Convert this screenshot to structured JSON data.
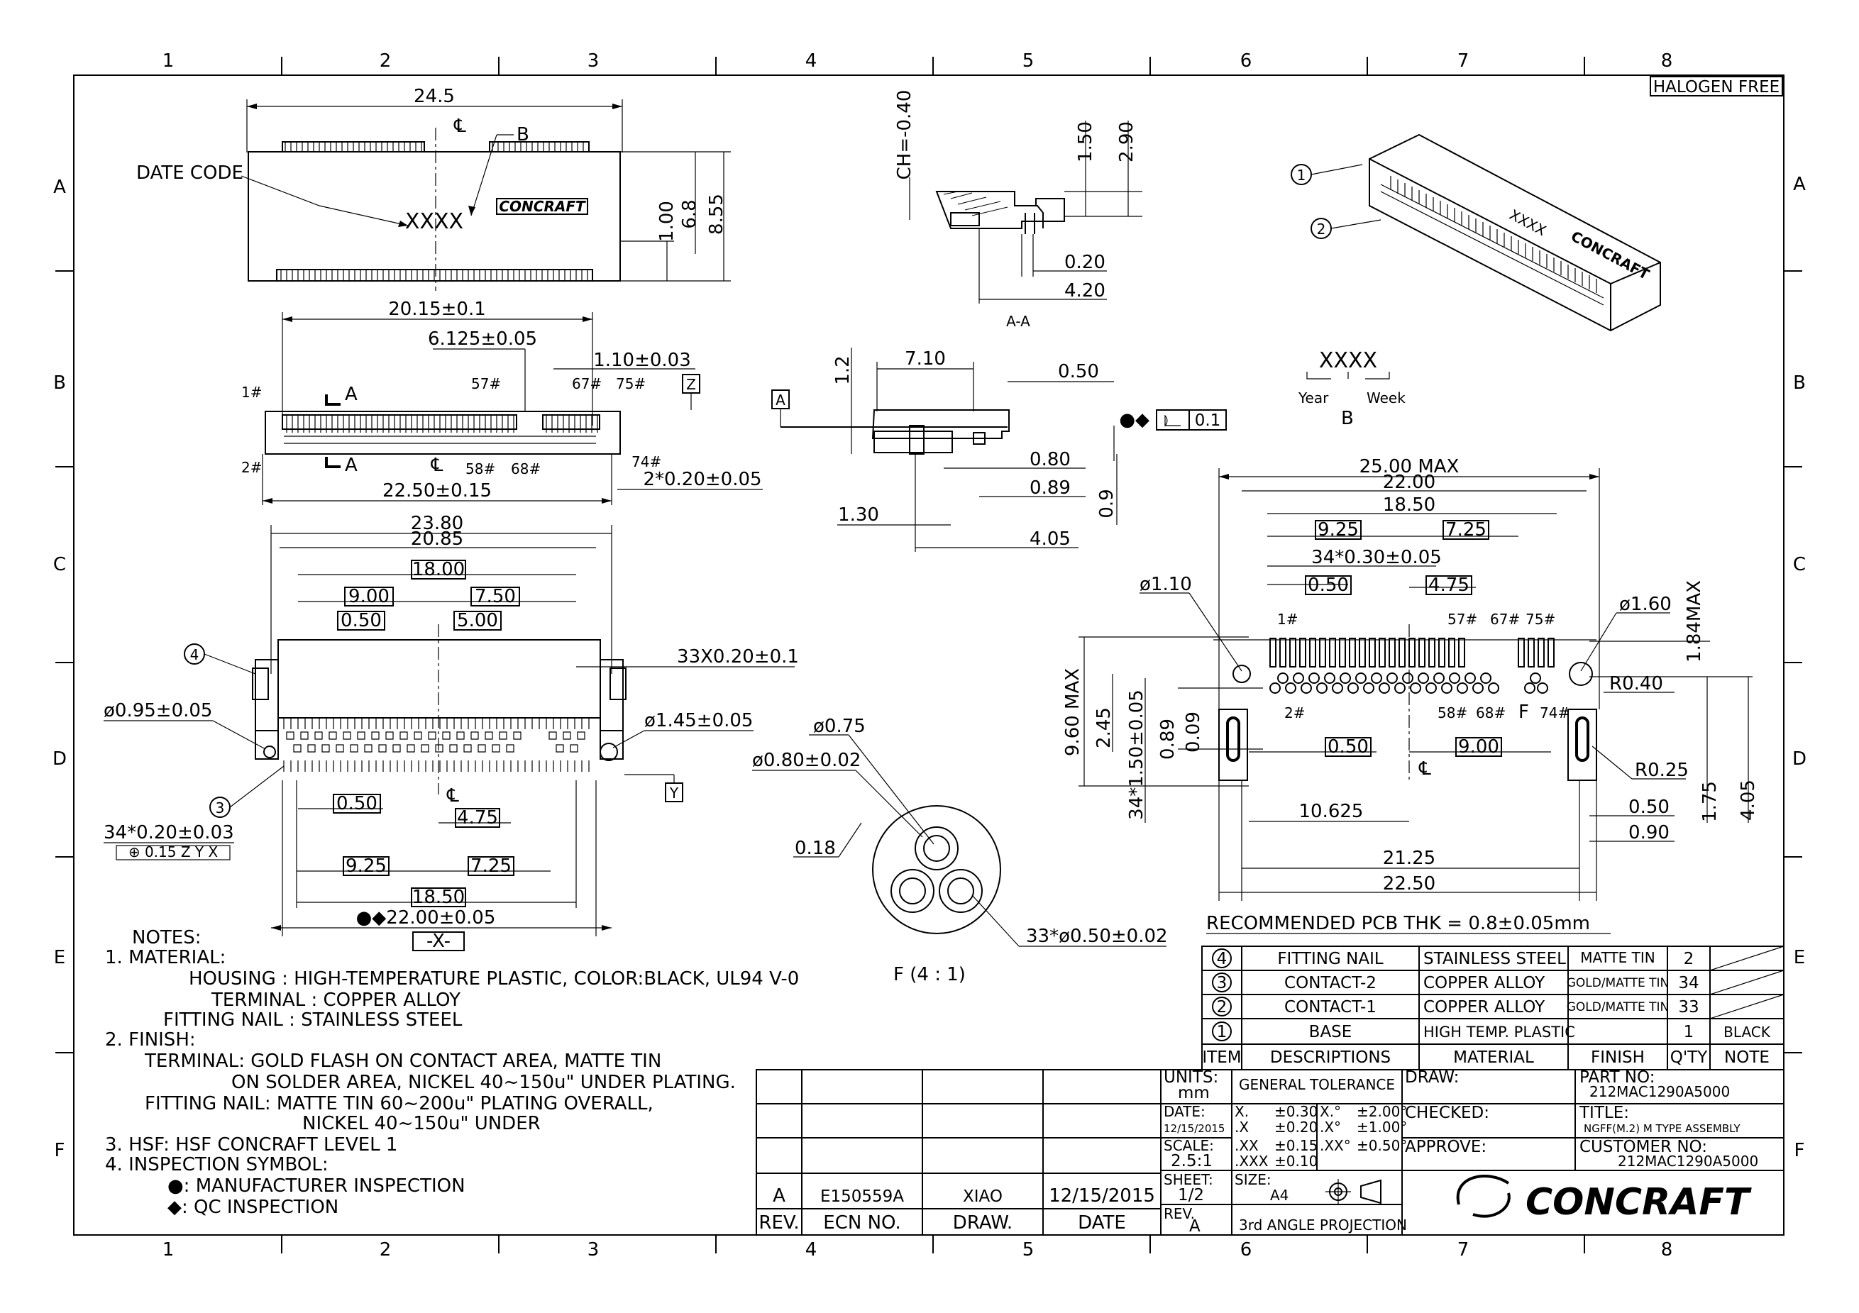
{
  "grid": {
    "columns": [
      "1",
      "2",
      "3",
      "4",
      "5",
      "6",
      "7",
      "8"
    ],
    "rows": [
      "A",
      "B",
      "C",
      "D",
      "E",
      "F"
    ]
  },
  "halogen_free": "HALOGEN FREE",
  "top_view": {
    "width": "24.5",
    "centerline": "℄",
    "detail_b": "B",
    "date_code_label": "DATE CODE",
    "date_code_mark": "XXXX",
    "brand_mark": "CONCRAFT",
    "dim_100": "1.00",
    "dim_68": "6.8",
    "dim_855": "8.55"
  },
  "section_aa": {
    "ch": "CH=-0.40",
    "dim_150": "1.50",
    "dim_290": "2.90",
    "dim_020": "0.20",
    "dim_420": "4.20",
    "label": "A-A"
  },
  "front_view": {
    "dim_2015": "20.15±0.1",
    "dim_6125": "6.125±0.05",
    "dim_110": "1.10±0.03",
    "datum_z": "Z",
    "section_a": "A",
    "pin_1": "1#",
    "pin_2": "2#",
    "pin_57": "57#",
    "pin_58": "58#",
    "pin_67": "67#",
    "pin_68": "68#",
    "pin_75": "75#",
    "pin_74": "74#",
    "dim_2250": "22.50±0.15",
    "dim_2x020": "2*0.20±0.05"
  },
  "side_view": {
    "dim_710": "7.10",
    "dim_12": "1.2",
    "dim_050": "0.50",
    "datum_a": "A",
    "flatness_symbols": "●◆",
    "flatness_value": "0.1",
    "dim_080": "0.80",
    "dim_089": "0.89",
    "dim_09": "0.9",
    "dim_130": "1.30",
    "dim_405": "4.05"
  },
  "date_code_detail": {
    "mark": "XXXX",
    "year": "Year",
    "week": "Week",
    "label": "B"
  },
  "bottom_view": {
    "dim_2380": "23.80",
    "dim_2085": "20.85",
    "dim_1800": "18.00",
    "dim_900": "9.00",
    "dim_750": "7.50",
    "dim_050": "0.50",
    "dim_500": "5.00",
    "dim_33x": "33X0.20±0.1",
    "dim_095": "ø0.95±0.05",
    "dim_145": "ø1.45±0.05",
    "datum_y": "Y",
    "dim_050b": "0.50",
    "dim_475": "4.75",
    "dim_34x": "34*0.20±0.03",
    "position_tol": "⊕ 0.15 Z Y X",
    "dim_925": "9.25",
    "dim_725": "7.25",
    "dim_1850": "18.50",
    "dim_2200": "●◆22.00±0.05",
    "datum_x": "-X-",
    "callout_4": "4",
    "callout_3": "3"
  },
  "detail_f": {
    "dim_075": "ø0.75",
    "dim_080": "ø0.80±0.02",
    "dim_018": "0.18",
    "dim_33x": "33*ø0.50±0.02",
    "label": "F  (4 : 1)"
  },
  "iso_view": {
    "callout_1": "1",
    "callout_2": "2",
    "mark": "XXXX",
    "brand": "CONCRAFT"
  },
  "pcb": {
    "dim_2500": "25.00 MAX",
    "dim_2200": "22.00",
    "dim_1850": "18.50",
    "dim_925": "9.25",
    "dim_725": "7.25",
    "dim_34x": "34*0.30±0.05",
    "dim_050": "0.50",
    "dim_475": "4.75",
    "dim_110": "ø1.10",
    "dim_160": "ø1.60",
    "dim_184": "1.84MAX",
    "dim_960": "9.60 MAX",
    "dim_245": "2.45",
    "dim_150": "34*1.50±0.05",
    "dim_089": "0.89",
    "dim_009": "0.09",
    "dim_050b": "0.50",
    "dim_900": "9.00",
    "dim_r040": "R0.40",
    "dim_r025": "R0.25",
    "dim_10625": "10.625",
    "dim_050c": "0.50",
    "dim_090": "0.90",
    "dim_175": "1.75",
    "dim_405": "4.05",
    "dim_2125": "21.25",
    "dim_2250": "22.50",
    "pin_1": "1#",
    "pin_2": "2#",
    "pin_57": "57#",
    "pin_58": "58#",
    "pin_67": "67#",
    "pin_68": "68#",
    "pin_75": "75#",
    "pin_74": "74#",
    "detail_f": "F",
    "centerline": "℄",
    "caption": "RECOMMENDED PCB  THK = 0.8±0.05mm"
  },
  "notes": {
    "title": "NOTES:",
    "lines": [
      "1. MATERIAL:",
      "HOUSING   : HIGH-TEMPERATURE PLASTIC, COLOR:BLACK, UL94 V-0",
      "TERMINAL : COPPER ALLOY",
      "FITTING NAIL : STAINLESS STEEL",
      "2. FINISH:",
      "TERMINAL: GOLD FLASH ON CONTACT AREA, MATTE TIN",
      "ON SOLDER AREA, NICKEL 40~150u\" UNDER PLATING.",
      "FITTING NAIL: MATTE TIN 60~200u\" PLATING OVERALL,",
      "NICKEL 40~150u\" UNDER",
      "3. HSF: HSF CONCRAFT LEVEL 1",
      "4.   INSPECTION SYMBOL:",
      "●: MANUFACTURER INSPECTION",
      "◆: QC INSPECTION"
    ]
  },
  "bom": {
    "rows": [
      {
        "item": "4",
        "desc": "FITTING NAIL",
        "material": "STAINLESS STEEL",
        "finish": "MATTE TIN",
        "qty": "2",
        "note": ""
      },
      {
        "item": "3",
        "desc": "CONTACT-2",
        "material": "COPPER ALLOY",
        "finish": "GOLD/MATTE TIN",
        "qty": "34",
        "note": ""
      },
      {
        "item": "2",
        "desc": "CONTACT-1",
        "material": "COPPER ALLOY",
        "finish": "GOLD/MATTE TIN",
        "qty": "33",
        "note": ""
      },
      {
        "item": "1",
        "desc": "BASE",
        "material": "HIGH TEMP. PLASTIC",
        "finish": "",
        "qty": "1",
        "note": "BLACK"
      }
    ],
    "headers": {
      "item": "ITEM",
      "desc": "DESCRIPTIONS",
      "material": "MATERIAL",
      "finish": "FINISH",
      "qty": "Q'TY",
      "note": "NOTE"
    }
  },
  "revision": {
    "rev": "A",
    "ecn": "E150559A",
    "drawn": "XIAO",
    "date": "12/15/2015",
    "headers": {
      "rev": "REV.",
      "ecn": "ECN NO.",
      "drawn": "DRAW.",
      "date": "DATE"
    }
  },
  "title_block": {
    "units_label": "UNITS:",
    "units_value": "mm",
    "general_tolerance": "GENERAL TOLERANCE",
    "date_label": "DATE:",
    "date_value": "12/15/2015",
    "scale_label": "SCALE:",
    "scale_value": "2.5:1",
    "sheet_label": "SHEET:",
    "sheet_value": "1/2",
    "size_label": "SIZE:",
    "size_value": "A4",
    "rev_label": "REV.",
    "rev_value": "A",
    "projection": "3rd ANGLE PROJECTION",
    "tolerances": [
      {
        "fmt": "X.",
        "tol": "±0.30",
        "afmt": "X.°",
        "atol": "±2.00°"
      },
      {
        "fmt": ".X",
        "tol": "±0.20",
        "afmt": ".X°",
        "atol": "±1.00°"
      },
      {
        "fmt": ".XX",
        "tol": "±0.15",
        "afmt": ".XX°",
        "atol": "±0.50°"
      },
      {
        "fmt": ".XXX",
        "tol": "±0.10",
        "afmt": "",
        "atol": ""
      }
    ],
    "draw_label": "DRAW:",
    "checked_label": "CHECKED:",
    "approve_label": "APPROVE:",
    "part_no_label": "PART NO:",
    "part_no": "212MAC1290A5000",
    "title_label": "TITLE:",
    "title": "NGFF(M.2) M TYPE ASSEMBLY",
    "customer_no_label": "CUSTOMER NO:",
    "customer_no": "212MAC1290A5000",
    "company": "CONCRAFT"
  }
}
